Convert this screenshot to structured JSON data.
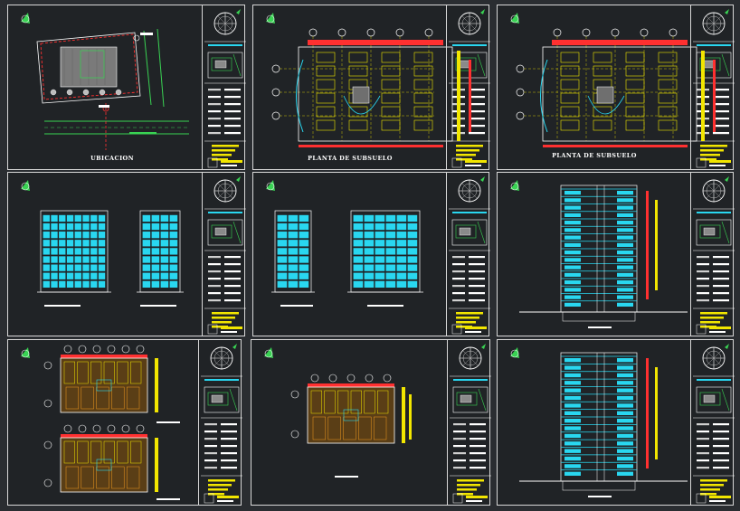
{
  "sheets": [
    {
      "id": "s1",
      "title": "UBICACION",
      "scale": "",
      "kind": "site"
    },
    {
      "id": "s2",
      "title": "PLANTA DE SUBSUELO",
      "scale": "",
      "kind": "parking"
    },
    {
      "id": "s3",
      "title": "PLANTA DE SUBSUELO",
      "scale": "",
      "kind": "parking"
    },
    {
      "id": "s4",
      "title": "",
      "scale": "",
      "kind": "elevations"
    },
    {
      "id": "s5",
      "title": "",
      "scale": "",
      "kind": "elevations"
    },
    {
      "id": "s6",
      "title": "",
      "scale": "",
      "kind": "section"
    },
    {
      "id": "s7",
      "title": "",
      "scale": "",
      "kind": "floorplans"
    },
    {
      "id": "s8",
      "title": "",
      "scale": "",
      "kind": "floorplan"
    },
    {
      "id": "s9",
      "title": "",
      "scale": "",
      "kind": "section"
    }
  ],
  "colors": {
    "background": "#2a2d31",
    "sheet": "#202326",
    "border": "#d8d8d8",
    "cyan": "#29d7f0",
    "yellow": "#f2e600",
    "red": "#ff3030",
    "white": "#ffffff",
    "green": "#39d353",
    "orange": "#f09a1e"
  }
}
